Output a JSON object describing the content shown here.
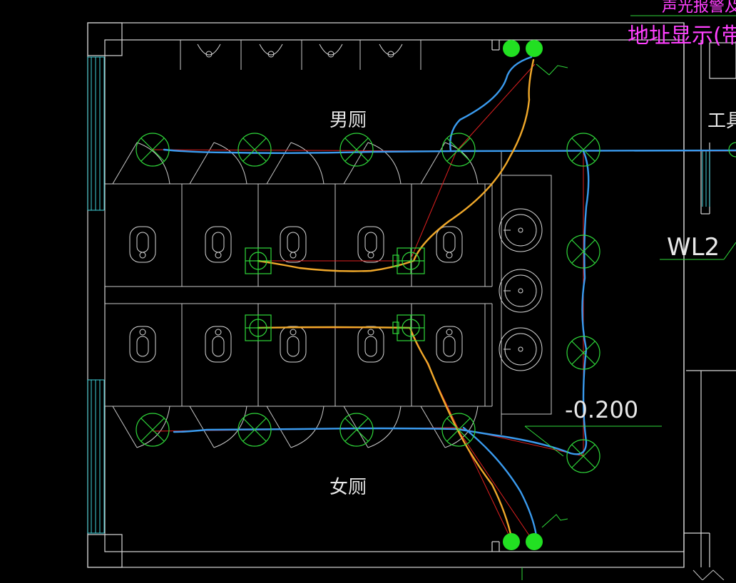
{
  "drawing": {
    "room_labels": {
      "men": "男厕",
      "women": "女厕",
      "tool": "工具"
    },
    "circuit_label": "WL2",
    "elevation_label": "-0.200",
    "header_fragments": {
      "line1": "声光报警及",
      "line2": "地址显示(带复位"
    }
  },
  "colors": {
    "background": "#000000",
    "walls": "#d8d8d8",
    "window": "#3fd0d8",
    "fixtures": "#2fd83a",
    "annotation": "#ff40ff",
    "wire_red": "#e02020",
    "wire_blue": "#3a9bef",
    "wire_orange": "#f0a82a"
  },
  "icons": [
    "light-fixture-icon",
    "junction-box-icon",
    "alarm-device-icon",
    "squat-toilet-icon",
    "urinal-icon",
    "washbasin-icon"
  ]
}
